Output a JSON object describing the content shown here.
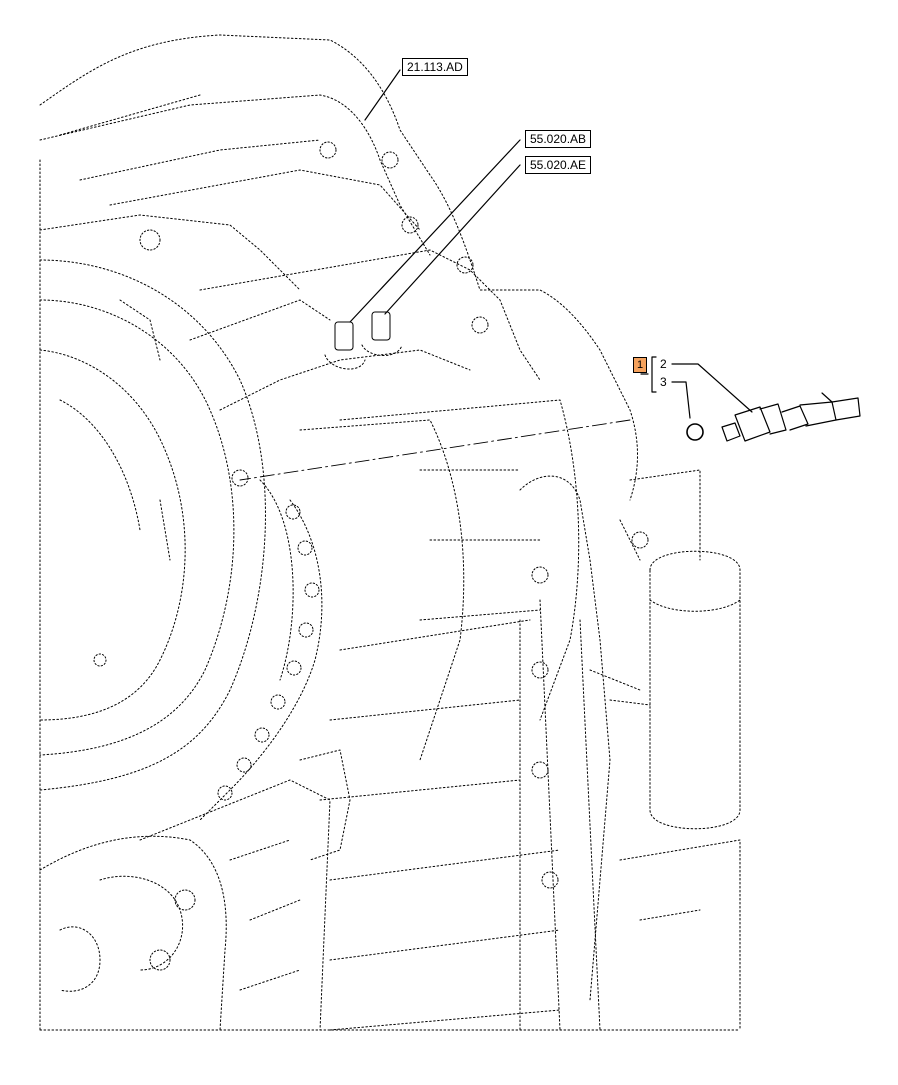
{
  "references": {
    "ref_1": "21.113.AD",
    "ref_2": "55.020.AB",
    "ref_3": "55.020.AE"
  },
  "callout": {
    "badge": "1",
    "item_a": "2",
    "item_b": "3"
  },
  "colors": {
    "line": "#000000",
    "badge": "#f5a25d",
    "background": "#ffffff"
  }
}
